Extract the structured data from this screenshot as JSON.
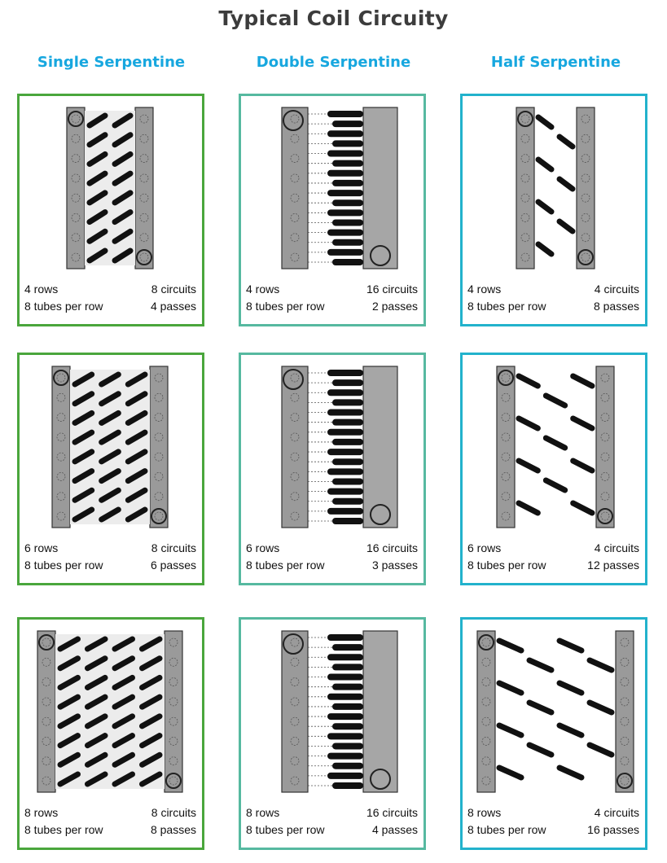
{
  "title": "Typical Coil Circuity",
  "colors": {
    "single": "#4aa63c",
    "double": "#56b9a0",
    "half": "#22b2cc",
    "heading": "#17a7df"
  },
  "columns": [
    {
      "heading": "Single Serpentine",
      "style": "single"
    },
    {
      "heading": "Double Serpentine",
      "style": "double"
    },
    {
      "heading": "Half Serpentine",
      "style": "half"
    }
  ],
  "panels": [
    {
      "style": "single",
      "rows_label": "4 rows",
      "tubes_label": "8 tubes per row",
      "circuits_label": "8 circuits",
      "passes_label": "4 passes",
      "rows": 4,
      "tubes_per_row": 8,
      "circuits": 8,
      "passes": 4
    },
    {
      "style": "double",
      "rows_label": "4 rows",
      "tubes_label": "8 tubes per row",
      "circuits_label": "16 circuits",
      "passes_label": "2 passes",
      "rows": 4,
      "tubes_per_row": 8,
      "circuits": 16,
      "passes": 2
    },
    {
      "style": "half",
      "rows_label": "4 rows",
      "tubes_label": "8 tubes per row",
      "circuits_label": "4 circuits",
      "passes_label": "8 passes",
      "rows": 4,
      "tubes_per_row": 8,
      "circuits": 4,
      "passes": 8
    },
    {
      "style": "single",
      "rows_label": "6 rows",
      "tubes_label": "8 tubes per row",
      "circuits_label": "8 circuits",
      "passes_label": "6 passes",
      "rows": 6,
      "tubes_per_row": 8,
      "circuits": 8,
      "passes": 6
    },
    {
      "style": "double",
      "rows_label": "6 rows",
      "tubes_label": "8 tubes per row",
      "circuits_label": "16 circuits",
      "passes_label": "3 passes",
      "rows": 6,
      "tubes_per_row": 8,
      "circuits": 16,
      "passes": 3
    },
    {
      "style": "half",
      "rows_label": "6 rows",
      "tubes_label": "8 tubes per row",
      "circuits_label": "4 circuits",
      "passes_label": "12 passes",
      "rows": 6,
      "tubes_per_row": 8,
      "circuits": 4,
      "passes": 12
    },
    {
      "style": "single",
      "rows_label": "8 rows",
      "tubes_label": "8 tubes per row",
      "circuits_label": "8 circuits",
      "passes_label": "8 passes",
      "rows": 8,
      "tubes_per_row": 8,
      "circuits": 8,
      "passes": 8
    },
    {
      "style": "double",
      "rows_label": "8 rows",
      "tubes_label": "8 tubes per row",
      "circuits_label": "16 circuits",
      "passes_label": "4 passes",
      "rows": 8,
      "tubes_per_row": 8,
      "circuits": 16,
      "passes": 4
    },
    {
      "style": "half",
      "rows_label": "8 rows",
      "tubes_label": "8 tubes per row",
      "circuits_label": "4 circuits",
      "passes_label": "16 passes",
      "rows": 8,
      "tubes_per_row": 8,
      "circuits": 4,
      "passes": 16
    }
  ]
}
